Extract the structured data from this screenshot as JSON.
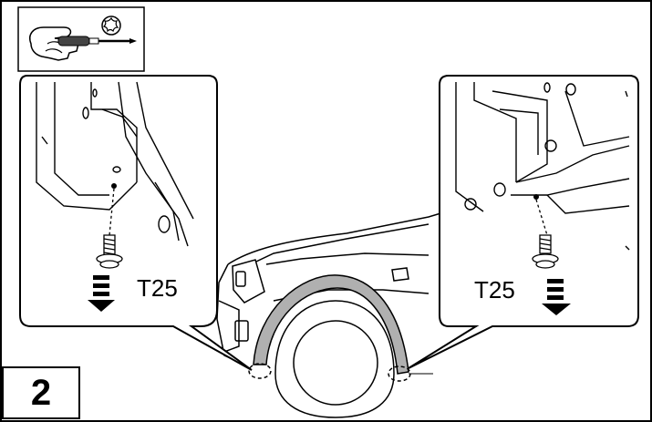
{
  "step": {
    "number": "2"
  },
  "callouts": {
    "left": {
      "torx_label": "T25"
    },
    "right": {
      "torx_label": "T25"
    }
  },
  "tool": {
    "icon": "torx-screwdriver-icon"
  },
  "colors": {
    "line": "#000000",
    "fender_flare": "#b0b0b0",
    "background": "#ffffff"
  }
}
